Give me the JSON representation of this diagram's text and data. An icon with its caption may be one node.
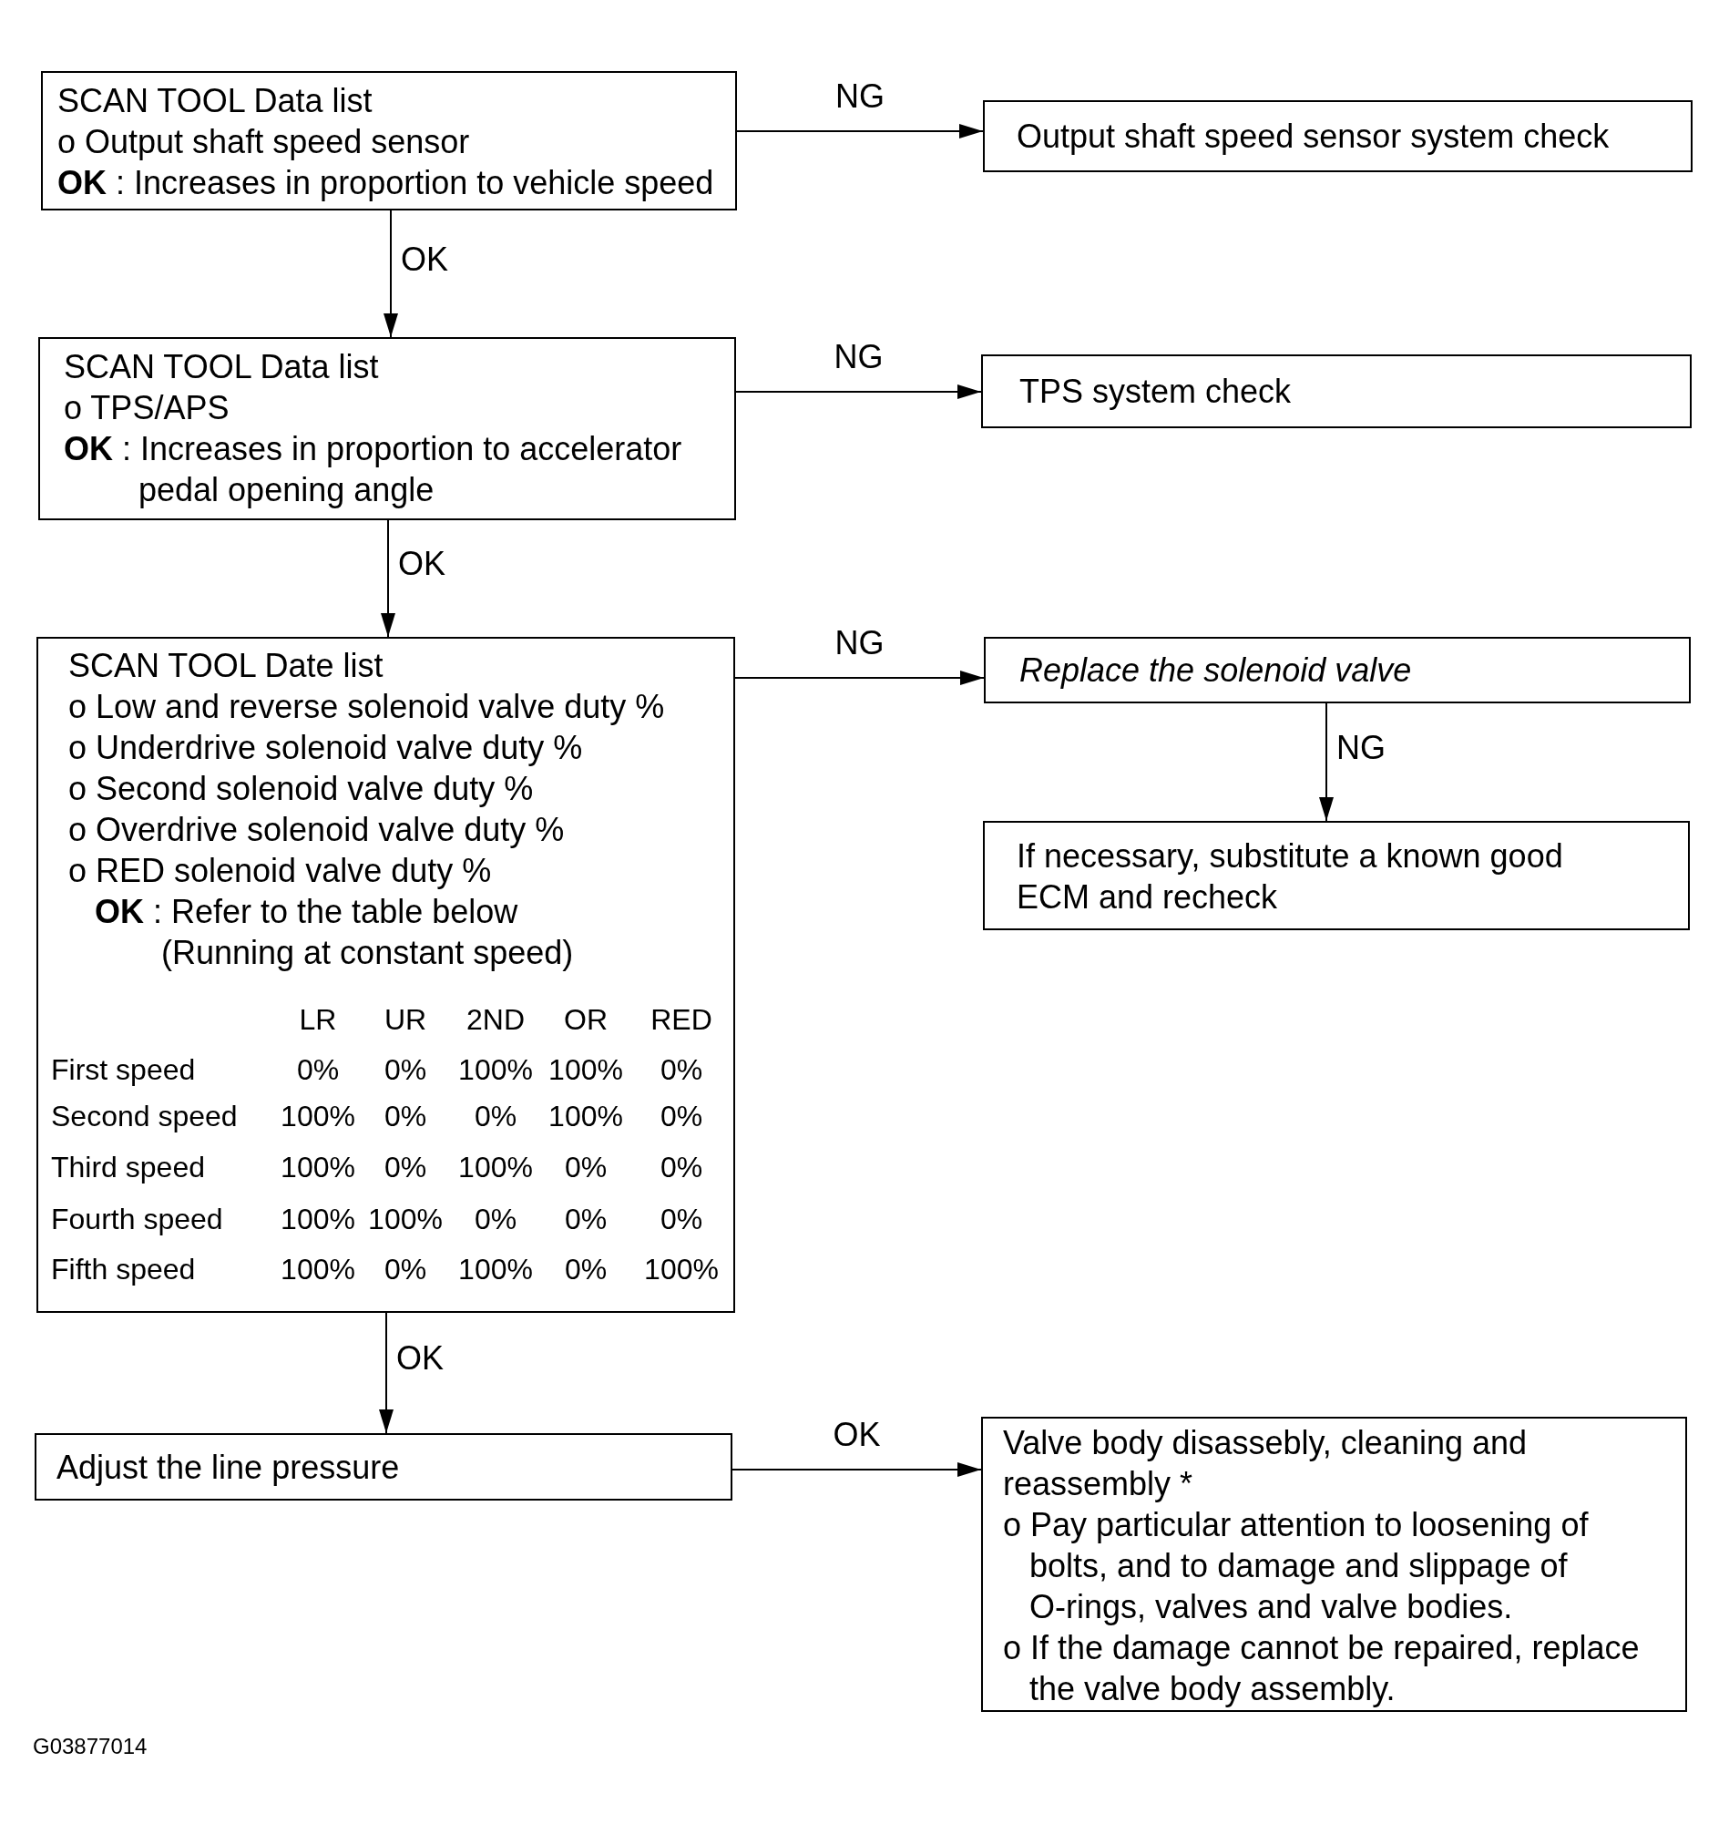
{
  "diagram": {
    "nodes": [
      {
        "text": [
          "SCAN TOOL Data list",
          "o Output shaft speed sensor",
          "**OK** : Increases in proportion to vehicle speed"
        ]
      },
      {
        "text": [
          "Output shaft speed sensor system check"
        ]
      },
      {
        "text": [
          "SCAN TOOL Data list",
          "o TPS/APS",
          "**OK** : Increases in proportion to accelerator pedal opening angle"
        ]
      },
      {
        "text": [
          "TPS system check"
        ]
      },
      {
        "text": [
          "SCAN TOOL Date list",
          "o Low and reverse solenoid valve duty %",
          "o Underdrive solenoid valve duty %",
          "o Second solenoid valve duty %",
          "o Overdrive solenoid valve duty %",
          "o RED solenoid valve duty %",
          "**OK** : Refer to the table below",
          "(Running at constant speed)"
        ]
      },
      {
        "text": [
          "Replace the solenoid valve"
        ]
      },
      {
        "text": [
          "If necessary, substitute a known good ECM and recheck"
        ]
      },
      {
        "text": [
          "Adjust the line pressure"
        ]
      },
      {
        "text": [
          "Valve body disassebly, cleaning and reassembly *",
          "o Pay particular attention to loosening of bolts, and to damage and slippage of O-rings, valves and valve bodies.",
          "o If the damage cannot be repaired, replace the valve body assembly."
        ]
      }
    ],
    "edges": [
      {
        "from": 0,
        "to": 1,
        "arrow": "to",
        "label": "NG"
      },
      {
        "from": 0,
        "to": 2,
        "arrow": "to",
        "label": "OK"
      },
      {
        "from": 2,
        "to": 3,
        "arrow": "to",
        "label": "NG"
      },
      {
        "from": 2,
        "to": 4,
        "arrow": "to",
        "label": "OK"
      },
      {
        "from": 4,
        "to": 5,
        "arrow": "to",
        "label": "NG"
      },
      {
        "from": 5,
        "to": 6,
        "arrow": "to",
        "label": "NG"
      },
      {
        "from": 4,
        "to": 7,
        "arrow": "to",
        "label": "OK"
      },
      {
        "from": 7,
        "to": 8,
        "arrow": "to",
        "label": "OK"
      }
    ],
    "labels": [
      "LR",
      "UR",
      "2ND",
      "OR",
      "RED",
      "First speed",
      "0%",
      "0%",
      "100%",
      "100%",
      "0%",
      "Second speed",
      "100%",
      "0%",
      "0%",
      "100%",
      "0%",
      "Third speed",
      "100%",
      "0%",
      "100%",
      "0%",
      "0%",
      "Fourth speed",
      "100%",
      "100%",
      "0%",
      "0%",
      "0%",
      "Fifth speed",
      "100%",
      "0%",
      "100%",
      "0%",
      "100%",
      "G03877014"
    ]
  }
}
